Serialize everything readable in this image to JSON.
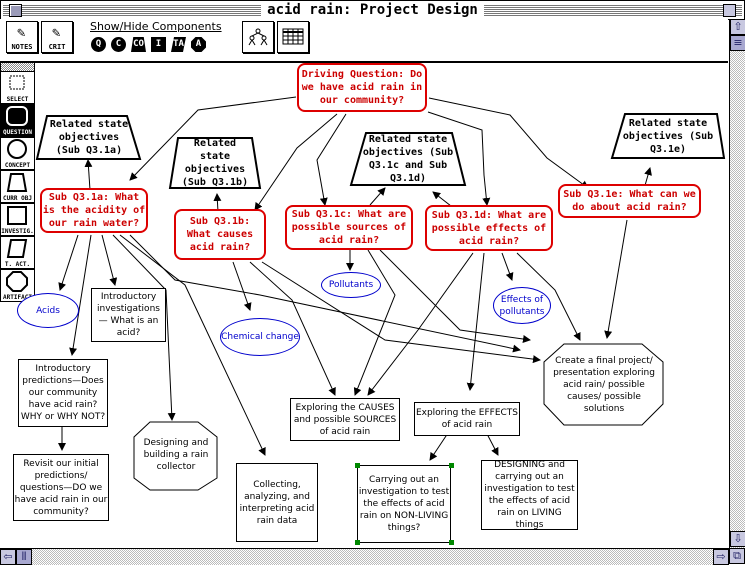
{
  "window": {
    "title": "acid rain:  Project Design"
  },
  "toolbar": {
    "notes_label": "NOTES",
    "crit_label": "CRIT",
    "show_hide_label": "Show/Hide Components",
    "components": [
      {
        "label": "Q",
        "name": "question"
      },
      {
        "label": "C",
        "name": "concept"
      },
      {
        "label": "CO",
        "name": "curriculum-objective"
      },
      {
        "label": "I",
        "name": "investigation"
      },
      {
        "label": "TA",
        "name": "teacher-activity"
      },
      {
        "label": "A",
        "name": "artifact"
      }
    ],
    "tree_icon": "hierarchy-icon",
    "grid_icon": "table-icon"
  },
  "palette": {
    "items": [
      {
        "label": "SELECT",
        "icon": "select-icon"
      },
      {
        "label": "QUESTION",
        "icon": "question-icon",
        "active": true
      },
      {
        "label": "CONCEPT",
        "icon": "concept-icon"
      },
      {
        "label": "CURR OBJ",
        "icon": "curr-obj-icon"
      },
      {
        "label": "INVESTIG.",
        "icon": "investigation-icon"
      },
      {
        "label": "T. ACT.",
        "icon": "teacher-activity-icon"
      },
      {
        "label": "ARTIFACT",
        "icon": "artifact-icon"
      }
    ]
  },
  "colors": {
    "question": "#cc0000",
    "concept": "#0000cc",
    "selection": "#008800"
  },
  "nodes": {
    "driving": "Driving Question:  Do we have acid rain in our community?",
    "q1a": "Sub Q3.1a:  What is the acidity of our rain water?",
    "q1b": "Sub Q3.1b: What causes acid rain?",
    "q1c": "Sub Q3.1c:  What are possible sources of acid rain?",
    "q1d": "Sub Q3.1d:  What are possible effects of acid rain?",
    "q1e": "Sub Q3.1e:  What can we do about acid rain?",
    "obj1a": "Related state objectives (Sub Q3.1a)",
    "obj1b": "Related state objectives (Sub Q3.1b)",
    "obj1cd": "Related state objectives (Sub Q3.1c and Sub Q3.1d)",
    "obj1e": "Related state objectives (Sub Q3.1e)",
    "acids": "Acids",
    "chemical": "Chemical change",
    "pollutants": "Pollutants",
    "effects_poll": "Effects of pollutants",
    "intro_inv": "Introductory investigations — What is an acid?",
    "intro_pred": "Introductory predictions—Does our community have acid rain? WHY or WHY NOT?",
    "revisit": "Revisit our initial predictions/ questions—DO we have acid rain in our community?",
    "designing": "Designing and building a rain collector",
    "collecting": "Collecting, analyzing, and interpreting acid rain data",
    "causes": "Exploring the CAUSES and possible SOURCES of acid rain",
    "effects": "Exploring the EFFECTS of acid rain",
    "nonliving": "Carrying out an investigation to test the effects of acid rain on NON-LIVING things?",
    "living": "DESIGNING and carrying out an investigation to test the effects of acid rain on LIVING things",
    "final": "Create a final project/ presentation exploring acid rain/ possible causes/ possible solutions"
  }
}
